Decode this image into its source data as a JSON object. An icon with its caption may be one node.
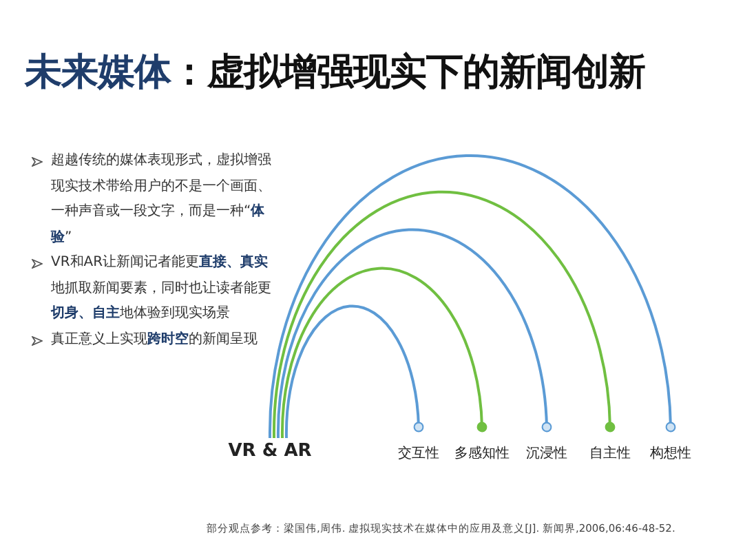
{
  "diagram": {
    "title": "未来媒体：虚拟增强现实下的新闻创新",
    "nodes": [
      {
        "text": [
          "VR & AR"
        ]
      },
      {
        "text": [
          "交互性"
        ]
      },
      {
        "text": [
          "多感知性"
        ]
      },
      {
        "text": [
          "沉浸性"
        ]
      },
      {
        "text": [
          "自主性"
        ]
      },
      {
        "text": [
          "构想性"
        ]
      }
    ],
    "edges": [
      {
        "from": 0,
        "to": 1,
        "arrow": "other"
      },
      {
        "from": 0,
        "to": 2,
        "arrow": "other",
        "color": "#70bf41"
      },
      {
        "from": 0,
        "to": 3,
        "arrow": "other"
      },
      {
        "from": 0,
        "to": 4,
        "arrow": "other",
        "color": "#70bf41"
      },
      {
        "from": 0,
        "to": 5,
        "arrow": "other"
      }
    ],
    "labels": [
      "超越传统的媒体表现形式，虚拟增强现实技术带给用户的不是一个画面、一种声音或一段文字，而是一种“**体验**”",
      "VR和AR让新闻记者能更**直接、真实**地抓取新闻要素，同时也让读者能更**切身、自主**地体验到现实场景",
      "真正意义上实现**跨时空**的新闻呈现"
    ],
    "caption": "部分观点参考：梁国伟,周伟. 虚拟现实技术在媒体中的应用及意义[J]. 新闻界,2006,06:46-48-52."
  }
}
